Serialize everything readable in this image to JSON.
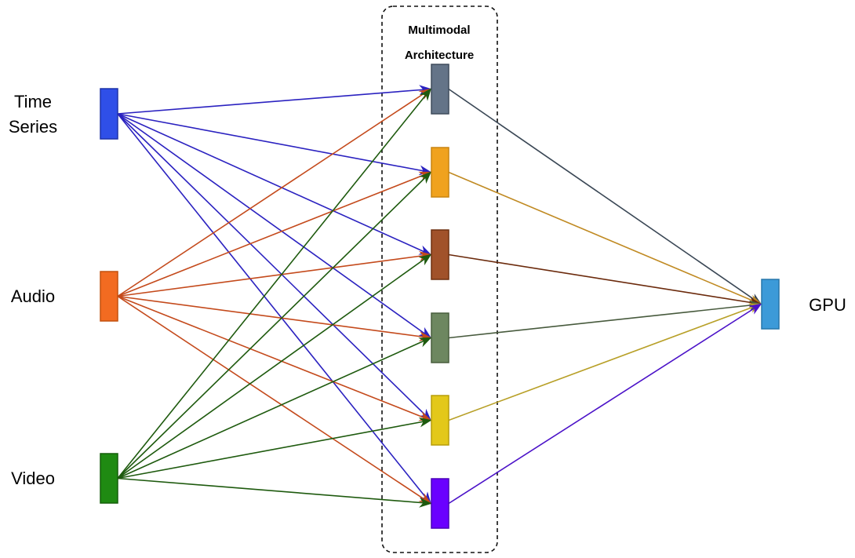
{
  "inputs": [
    {
      "id": "time-series",
      "lines": [
        "Time",
        "Series"
      ],
      "fill": "#2f4fe8",
      "stroke": "#1f33a8",
      "edge": "#2b22c0"
    },
    {
      "id": "audio",
      "lines": [
        "Audio"
      ],
      "fill": "#f26b21",
      "stroke": "#c2510f",
      "edge": "#c44a1c"
    },
    {
      "id": "video",
      "lines": [
        "Video"
      ],
      "fill": "#1f8a12",
      "stroke": "#155f0b",
      "edge": "#1e5a0e"
    }
  ],
  "group": {
    "title_line1": "Multimodal",
    "title_line2": "Architecture"
  },
  "middle_nodes": [
    {
      "id": "node-1",
      "fill": "#647488",
      "stroke": "#3f4c5c",
      "edge": "#3a4755"
    },
    {
      "id": "node-2",
      "fill": "#f0a21e",
      "stroke": "#c88410",
      "edge": "#c08a22"
    },
    {
      "id": "node-3",
      "fill": "#a1522a",
      "stroke": "#6e3110",
      "edge": "#6b2a0c"
    },
    {
      "id": "node-4",
      "fill": "#6d8760",
      "stroke": "#485e3d",
      "edge": "#475a3d"
    },
    {
      "id": "node-5",
      "fill": "#e3c81a",
      "stroke": "#b79d0a",
      "edge": "#b8a028"
    },
    {
      "id": "node-6",
      "fill": "#6a00ff",
      "stroke": "#4a00b8",
      "edge": "#4b12c8"
    }
  ],
  "output": {
    "id": "gpu",
    "label": "GPU",
    "fill": "#3c9ad8",
    "stroke": "#2676aa"
  }
}
